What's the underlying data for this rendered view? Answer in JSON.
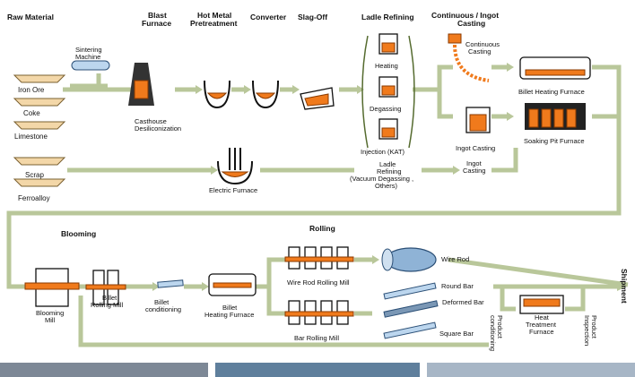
{
  "headers": {
    "raw_material": "Raw Material",
    "blast_furnace": "Blast\nFurnace",
    "hot_metal": "Hot Metal\nPretreatment",
    "converter": "Converter",
    "slag_off": "Slag-Off",
    "ladle_refining": "Ladle Refining",
    "continuous_ingot": "Continuous / Ingot\nCasting",
    "blooming": "Blooming",
    "rolling": "Rolling"
  },
  "labels": {
    "iron_ore": "Iron Ore",
    "coke": "Coke",
    "limestone": "Limestone",
    "sintering": "Sintering\nMachine",
    "casthouse": "Casthouse\nDesiliconization",
    "heating": "Heating",
    "degassing": "Degassing",
    "injection": "Injection (KAT)",
    "continuous_casting": "Continuous\nCasting",
    "ingot_casting_top": "Ingot Casting",
    "billet_heating_top": "Billet Heating Furnace",
    "soaking_pit": "Soaking Pit Furnace",
    "scrap": "Scrap",
    "ferroalloy": "Ferroalloy",
    "electric_furnace": "Electric Furnace",
    "ladle_refining_vac": "Ladle\nRefining\n(Vacuum Degassing ,\nOthers)",
    "ingot_casting_mid": "Ingot\nCasting",
    "blooming_mill": "Blooming\nMill",
    "billet_rolling_mill": "Billet\nRolling Mill",
    "billet_conditioning": "Billet\nconditioning",
    "billet_heating_low": "Billet\nHeating Furnace",
    "wire_rod_rolling_mill": "Wire Rod Rolling Mill",
    "bar_rolling_mill": "Bar Rolling Mill",
    "wire_rod": "Wire Rod",
    "round_bar": "Round Bar",
    "deformed_bar": "Deformed Bar",
    "square_bar": "Square Bar",
    "heat_treatment": "Heat\nTreatment\nFurnace",
    "product_conditioning": "Product\nconditioning",
    "product_inspection": "Product\nInspection",
    "shipment": "Shipment"
  },
  "colors": {
    "flow_line": "#b9c79a",
    "molten": "#f07a1c",
    "raw": "#f3d7a8"
  }
}
